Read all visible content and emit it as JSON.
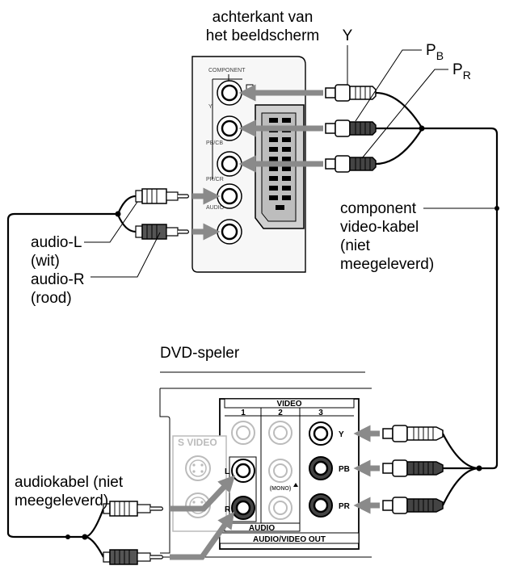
{
  "labels": {
    "monitor_back": [
      "achterkant van",
      "het beeldscherm"
    ],
    "y": "Y",
    "pb_main": "P",
    "pb_sub": "B",
    "pr_main": "P",
    "pr_sub": "R",
    "component_cable": [
      "component",
      "video-kabel",
      "(niet",
      "meegeleverd)"
    ],
    "audio_l": [
      "audio-L",
      "(wit)"
    ],
    "audio_r": [
      "audio-R",
      "(rood)"
    ],
    "dvd_player": "DVD-speler",
    "audio_cable": [
      "audiokabel (niet",
      "meegeleverd)"
    ]
  },
  "monitor_panel": {
    "component": "COMPONENT",
    "y": "Y",
    "pb_cb": "PB/CB",
    "pr_cr": "PR/CR",
    "audio": "AUDIO"
  },
  "dvd_panel": {
    "video": "VIDEO",
    "col1": "1",
    "col2": "2",
    "col3": "3",
    "s_video": "S VIDEO",
    "l": "L",
    "r": "R",
    "mono": "(MONO)",
    "y": "Y",
    "pb": "PB",
    "pr": "PR",
    "audio": "AUDIO",
    "av_out": "AUDIO/VIDEO OUT"
  }
}
